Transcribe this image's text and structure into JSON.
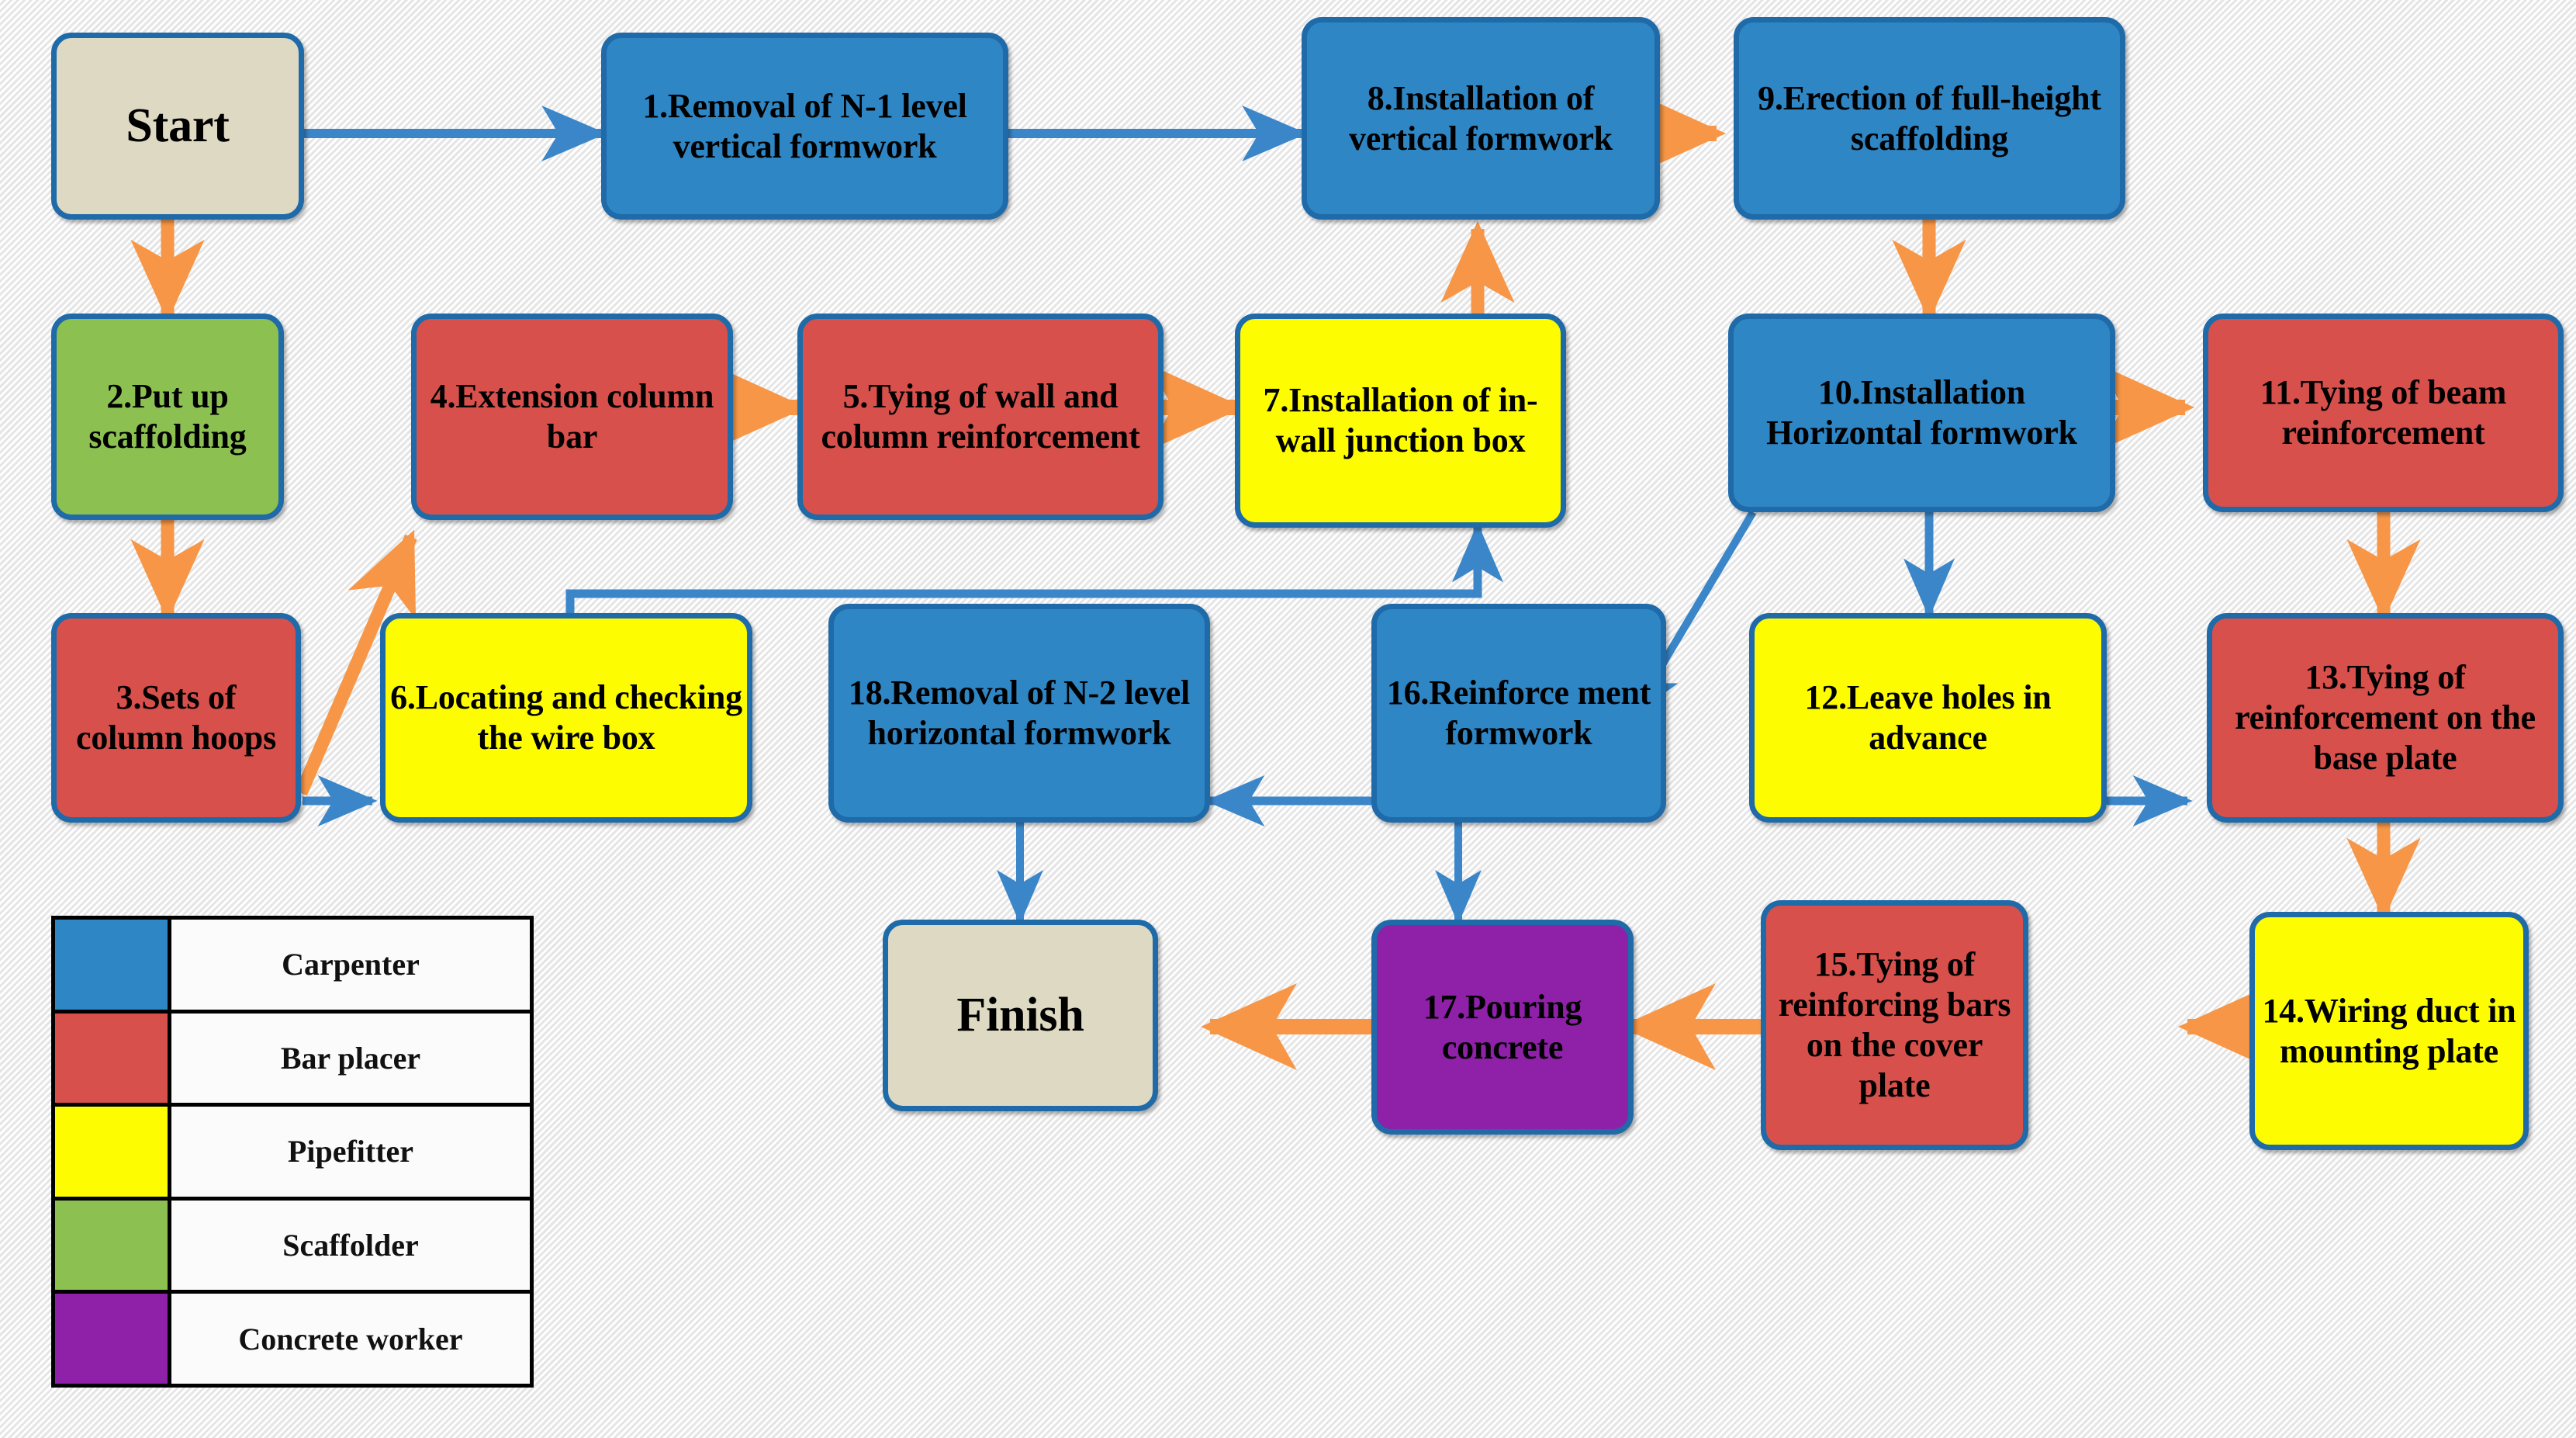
{
  "diagram": {
    "title": "Construction process flowchart with trade responsibilities",
    "colors": {
      "carpenter": "#2f86c5",
      "bar_placer": "#d8504c",
      "pipefitter": "#fdfc01",
      "scaffolder": "#8cc152",
      "concrete_worker": "#8e21a8",
      "terminator": "#ddd9c3",
      "border": "#1f6aa8",
      "arrow_orange": "#f79646",
      "arrow_blue": "#3a86c8",
      "background": "#f2f2f2"
    }
  },
  "nodes": [
    {
      "id": "start",
      "label": "Start",
      "role": "terminator",
      "kind": "terminator"
    },
    {
      "id": "n1",
      "label": "1.Removal of N-1 level vertical formwork",
      "role": "carpenter",
      "kind": "task"
    },
    {
      "id": "n8",
      "label": "8.Installation of vertical formwork",
      "role": "carpenter",
      "kind": "task"
    },
    {
      "id": "n9",
      "label": "9.Erection of full-height scaffolding",
      "role": "carpenter",
      "kind": "task"
    },
    {
      "id": "n2",
      "label": "2.Put up scaffolding",
      "role": "scaffolder",
      "kind": "task"
    },
    {
      "id": "n4",
      "label": "4.Extension column bar",
      "role": "bar_placer",
      "kind": "task"
    },
    {
      "id": "n5",
      "label": "5.Tying of wall and column reinforcement",
      "role": "bar_placer",
      "kind": "task"
    },
    {
      "id": "n7",
      "label": "7.Installation of in-wall junction box",
      "role": "pipefitter",
      "kind": "task"
    },
    {
      "id": "n10",
      "label": "10.Installation Horizontal formwork",
      "role": "carpenter",
      "kind": "task"
    },
    {
      "id": "n11",
      "label": "11.Tying of beam reinforcement",
      "role": "bar_placer",
      "kind": "task"
    },
    {
      "id": "n3",
      "label": "3.Sets of column hoops",
      "role": "bar_placer",
      "kind": "task"
    },
    {
      "id": "n6",
      "label": "6.Locating and checking the wire box",
      "role": "pipefitter",
      "kind": "task"
    },
    {
      "id": "n18",
      "label": "18.Removal of N-2 level horizontal formwork",
      "role": "carpenter",
      "kind": "task"
    },
    {
      "id": "n16",
      "label": "16.Reinforce ment formwork",
      "role": "carpenter",
      "kind": "task"
    },
    {
      "id": "n12",
      "label": "12.Leave holes in advance",
      "role": "pipefitter",
      "kind": "task"
    },
    {
      "id": "n13",
      "label": "13.Tying of reinforcement on the base plate",
      "role": "bar_placer",
      "kind": "task"
    },
    {
      "id": "finish",
      "label": "Finish",
      "role": "terminator",
      "kind": "terminator"
    },
    {
      "id": "n17",
      "label": "17.Pouring concrete",
      "role": "concrete_worker",
      "kind": "task"
    },
    {
      "id": "n15",
      "label": "15.Tying of reinforcing bars on the cover plate",
      "role": "bar_placer",
      "kind": "task"
    },
    {
      "id": "n14",
      "label": "14.Wiring duct in mounting plate",
      "role": "pipefitter",
      "kind": "task"
    }
  ],
  "edges": [
    {
      "from": "start",
      "to": "n1",
      "color": "blue"
    },
    {
      "from": "n1",
      "to": "n8",
      "color": "blue"
    },
    {
      "from": "n8",
      "to": "n9",
      "color": "orange"
    },
    {
      "from": "start",
      "to": "n2",
      "color": "orange"
    },
    {
      "from": "n2",
      "to": "n3",
      "color": "orange"
    },
    {
      "from": "n3",
      "to": "n4",
      "color": "orange"
    },
    {
      "from": "n4",
      "to": "n5",
      "color": "orange"
    },
    {
      "from": "n5",
      "to": "n7",
      "color": "orange"
    },
    {
      "from": "n7",
      "to": "n8",
      "color": "orange"
    },
    {
      "from": "n3",
      "to": "n6",
      "color": "blue"
    },
    {
      "from": "n6",
      "to": "n7",
      "color": "blue"
    },
    {
      "from": "n9",
      "to": "n10",
      "color": "orange"
    },
    {
      "from": "n10",
      "to": "n11",
      "color": "orange"
    },
    {
      "from": "n10",
      "to": "n12",
      "color": "blue"
    },
    {
      "from": "n11",
      "to": "n13",
      "color": "orange"
    },
    {
      "from": "n12",
      "to": "n13",
      "color": "blue"
    },
    {
      "from": "n13",
      "to": "n14",
      "color": "orange"
    },
    {
      "from": "n14",
      "to": "n15",
      "color": "orange"
    },
    {
      "from": "n15",
      "to": "n17",
      "color": "orange"
    },
    {
      "from": "n17",
      "to": "finish",
      "color": "orange"
    },
    {
      "from": "n10",
      "to": "n16",
      "color": "blue"
    },
    {
      "from": "n16",
      "to": "n18",
      "color": "blue"
    },
    {
      "from": "n16",
      "to": "n17",
      "color": "blue"
    },
    {
      "from": "n18",
      "to": "finish",
      "color": "blue"
    }
  ],
  "legend": {
    "rows": [
      {
        "color": "#2f86c5",
        "label": "Carpenter"
      },
      {
        "color": "#d8504c",
        "label": "Bar placer"
      },
      {
        "color": "#fdfc01",
        "label": "Pipefitter"
      },
      {
        "color": "#8cc152",
        "label": "Scaffolder"
      },
      {
        "color": "#8e21a8",
        "label": "Concrete worker"
      }
    ]
  }
}
